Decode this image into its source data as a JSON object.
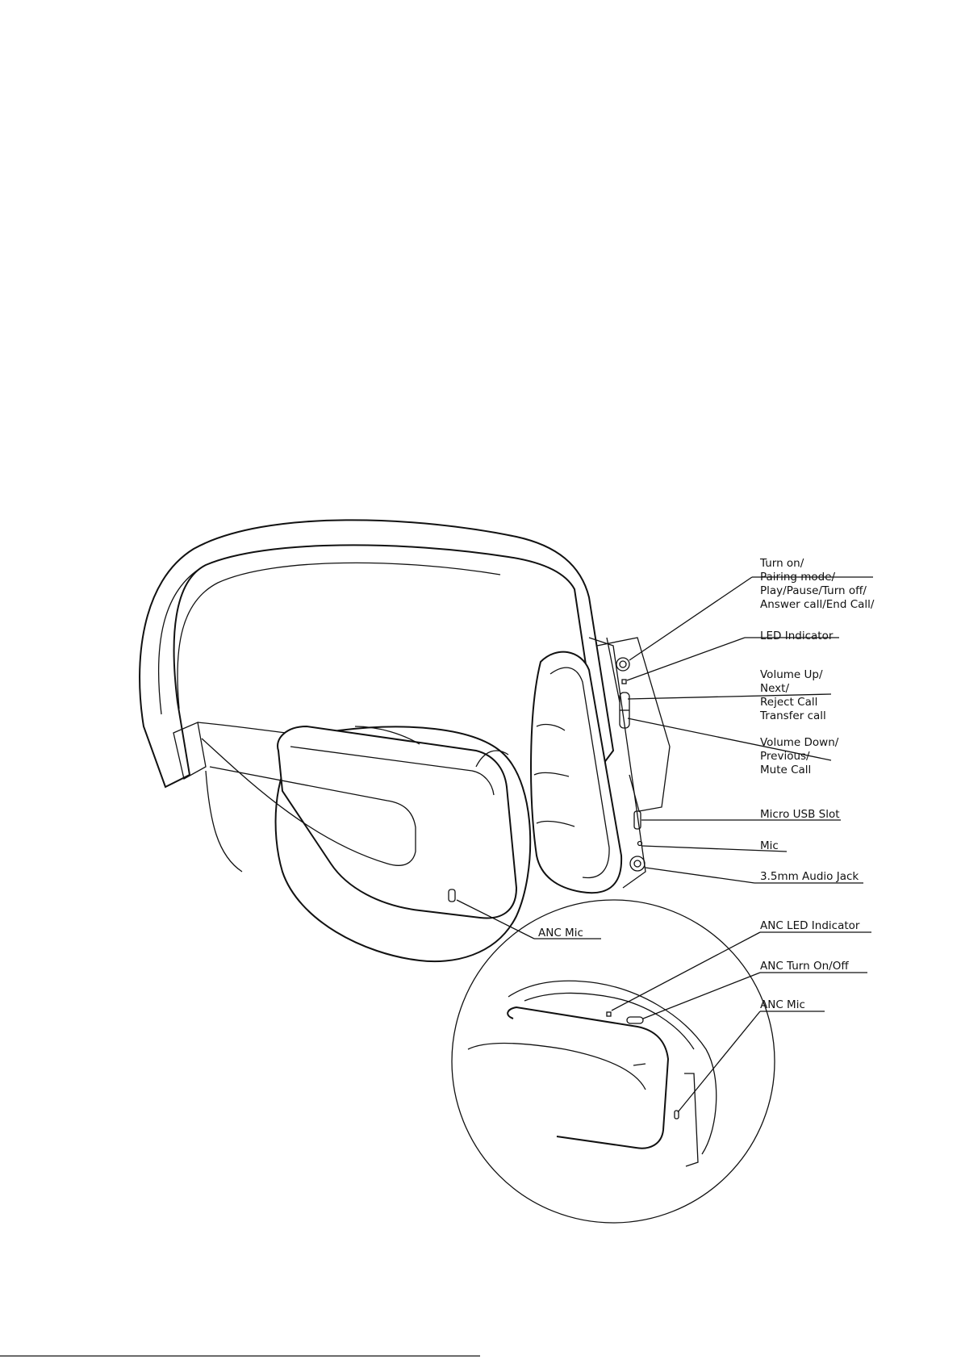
{
  "figure": {
    "labels": {
      "power_button": [
        "Turn on/",
        "Pairing mode/",
        "Play/Pause/Turn off/",
        "Answer call/End Call/"
      ],
      "led_indicator": "LED Indicator",
      "volume_up": [
        "Volume Up/",
        "Next/",
        "Reject Call",
        "Transfer call"
      ],
      "volume_down": [
        "Volume Down/",
        "Previous/",
        "Mute Call"
      ],
      "micro_usb": "Micro USB Slot",
      "mic": "Mic",
      "audio_jack": "3.5mm Audio Jack",
      "anc_mic_main": "ANC Mic",
      "anc_led": "ANC LED Indicator",
      "anc_switch": "ANC Turn On/Off",
      "anc_mic_detail": "ANC Mic"
    }
  }
}
